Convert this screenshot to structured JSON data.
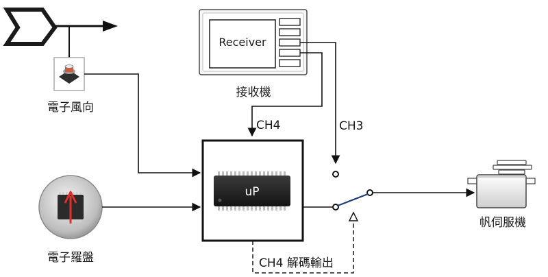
{
  "components": {
    "wind_sensor": {
      "label": "電子風向"
    },
    "compass": {
      "label": "電子羅盤"
    },
    "receiver": {
      "inner_label": "Receiver",
      "label": "接收機"
    },
    "microprocessor": {
      "chip_label": "uP"
    },
    "servo": {
      "label": "帆伺服機"
    }
  },
  "signals": {
    "ch4": "CH4",
    "ch3": "CH3",
    "ch4_decode": "CH4 解碼輸出"
  }
}
